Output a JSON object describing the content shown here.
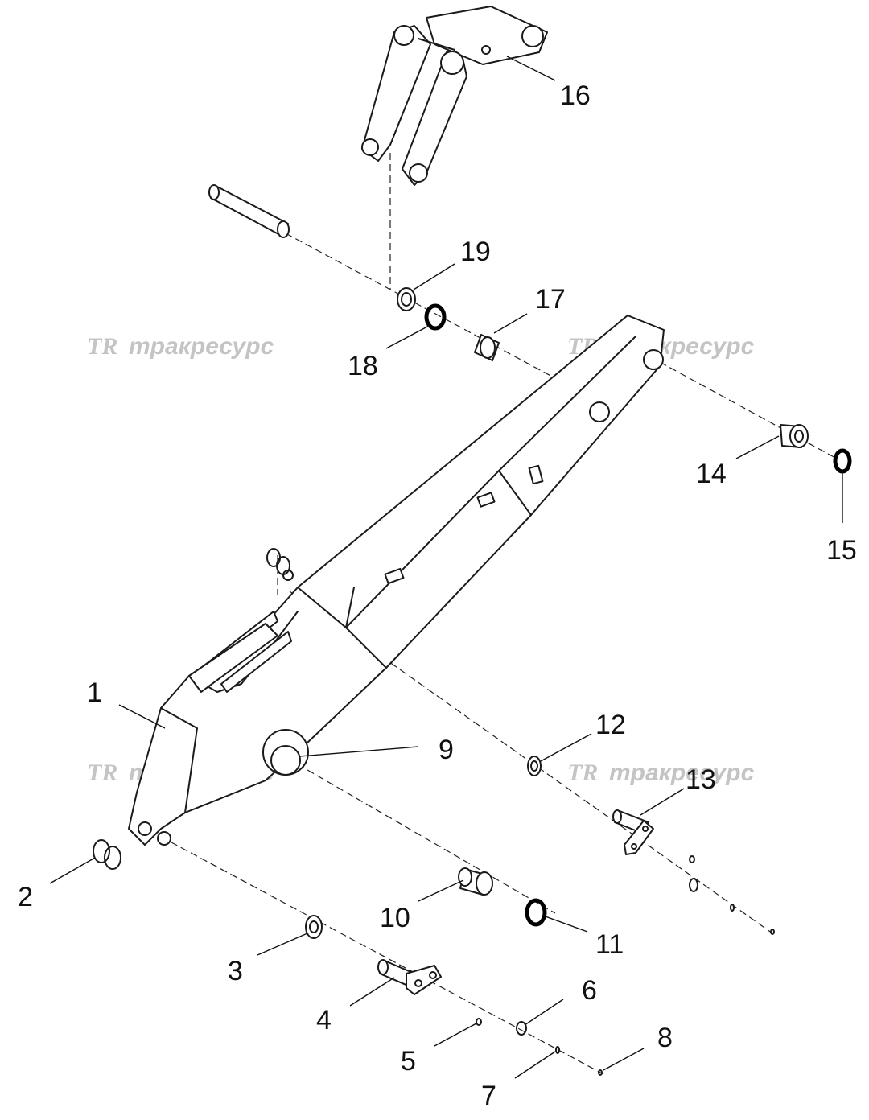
{
  "watermark": {
    "logo": "TR",
    "text": "тракресурс"
  },
  "parts": {
    "p1": "1",
    "p2": "2",
    "p3": "3",
    "p4": "4",
    "p5": "5",
    "p6": "6",
    "p7": "7",
    "p8": "8",
    "p9": "9",
    "p10": "10",
    "p11": "11",
    "p12": "12",
    "p13": "13",
    "p14": "14",
    "p15": "15",
    "p16": "16",
    "p17": "17",
    "p18": "18",
    "p19": "19"
  },
  "colors": {
    "line": "#1a1a1a",
    "watermark": "#c4c4c4",
    "background": "#ffffff"
  }
}
